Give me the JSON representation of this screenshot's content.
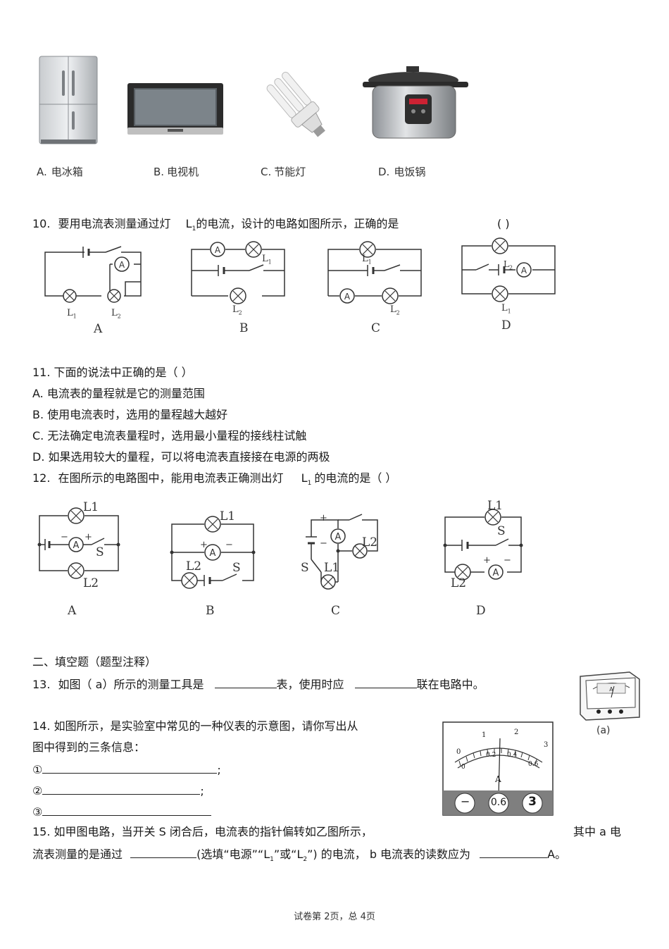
{
  "q9_options": [
    {
      "letter": "A.",
      "label": "电冰箱"
    },
    {
      "letter": "B.",
      "label": "电视机"
    },
    {
      "letter": "C.",
      "label": "节能灯"
    },
    {
      "letter": "D.",
      "label": "电饭锅"
    }
  ],
  "q10": {
    "number": "10.",
    "text_a": "要用电流表测量通过灯",
    "lamp": "L",
    "lamp_sub": "1",
    "text_b": "的电流，设计的电路如图所示，正确的是",
    "bracket": "(          )",
    "circuit_labels": [
      "A",
      "B",
      "C",
      "D"
    ],
    "component_labels": {
      "l1": "L",
      "l2": "L",
      "sub1": "1",
      "sub2": "2",
      "ammeter": "A"
    }
  },
  "q11": {
    "stem": "11.  下面的说法中正确的是（          ）",
    "options": [
      "A.  电流表的量程就是它的测量范围",
      "B.  使用电流表时，选用的量程越大越好",
      "C.  无法确定电流表量程时，选用最小量程的接线柱试触",
      "D.  如果选用较大的量程，可以将电流表直接接在电源的两极"
    ]
  },
  "q12": {
    "number": "12.",
    "text_a": "在图所示的电路图中，能用电流表正确测出灯",
    "lamp": "L",
    "lamp_sub": "1",
    "text_b": "的电流的是（        ）",
    "circuit_labels": [
      "A",
      "B",
      "C",
      "D"
    ],
    "component_labels": {
      "l1": "L1",
      "l2": "L2",
      "switch": "S",
      "plus": "+",
      "minus": "−",
      "ammeter": "A"
    }
  },
  "section2": "二、填空题（题型注释）",
  "q13": {
    "number": "13.",
    "text_a": "如图（ a）所示的测量工具是",
    "text_b": "表，使用时应",
    "text_c": "联在电路中。",
    "fig_caption": "(a)"
  },
  "q14": {
    "line1": "14.  如图所示，是实验室中常见的一种仪表的示意图，请你写出从",
    "line2": "图中得到的三条信息：",
    "items": [
      "①",
      "②",
      "③"
    ],
    "semicolon": ";",
    "meter": {
      "top_scale": [
        "0",
        "1",
        "2",
        "3"
      ],
      "bottom_scale": [
        "0",
        "0.2",
        "0.4",
        "0.6"
      ],
      "unit": "A",
      "terminals": [
        "−",
        "0.6",
        "3"
      ]
    }
  },
  "q15": {
    "line1": "15.  如甲图电路，当开关  S 闭合后，电流表的指针偏转如乙图所示，",
    "line1_right": "其中   a  电",
    "line2_a": "流表测量的是通过",
    "line2_b": "(选填“电源”“L",
    "sub1": "1",
    "line2_c": "”或“L",
    "sub2": "2",
    "line2_d": "”) 的电流，  b 电流表的读数应为",
    "line2_e": "A。"
  },
  "footer": "试卷第  2页，总  4页"
}
